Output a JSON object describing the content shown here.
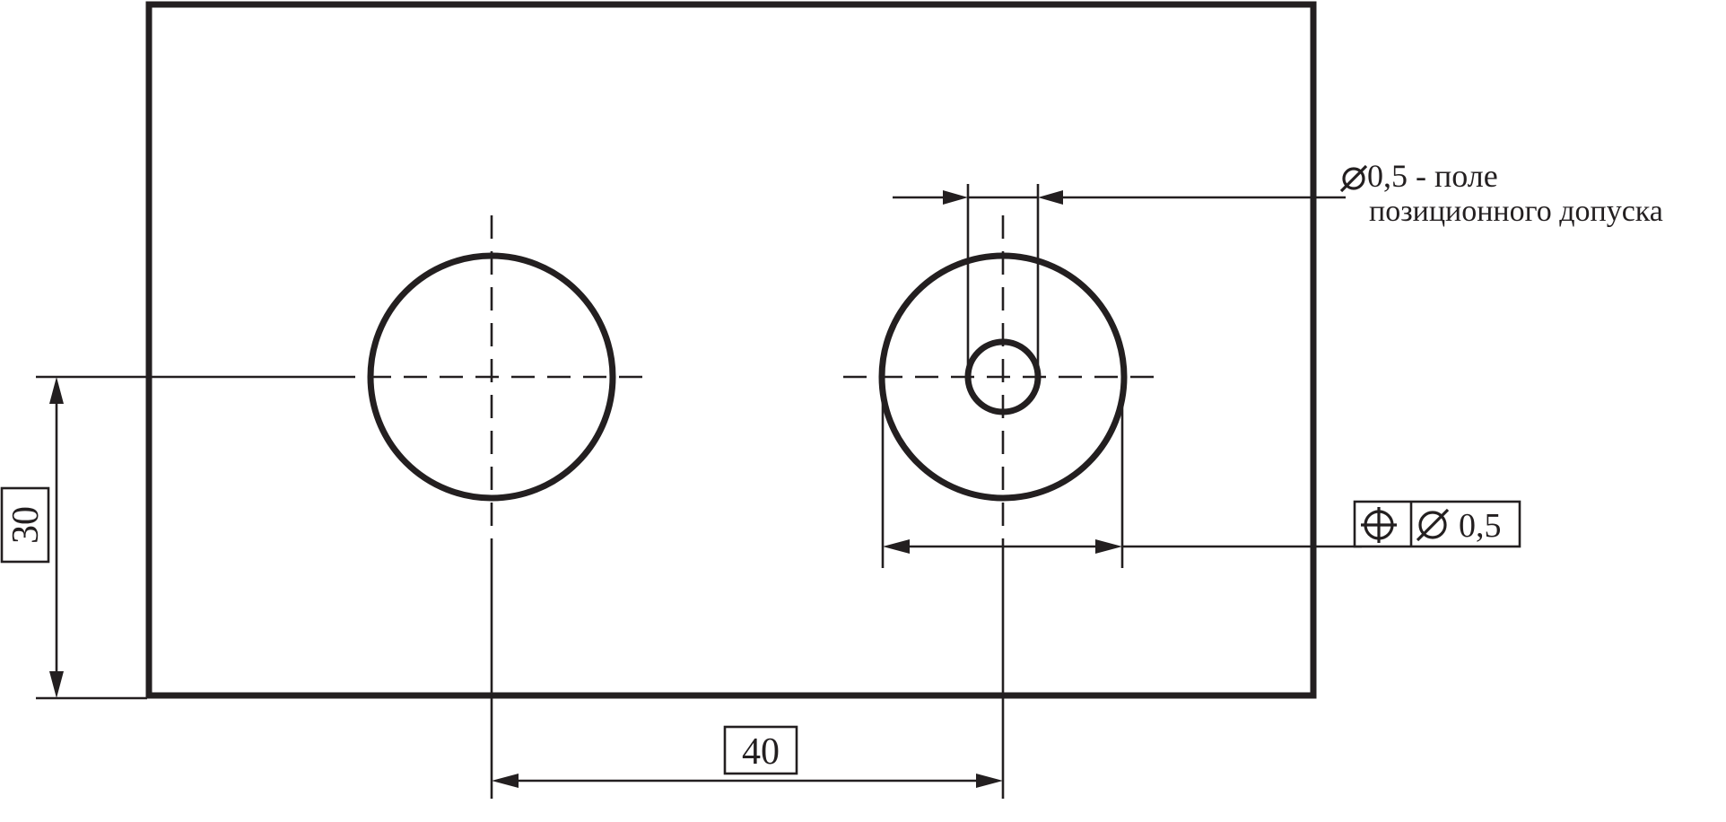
{
  "dimensions": {
    "horizontal": "40",
    "vertical": "30"
  },
  "tolerance_note": {
    "line1": "0,5 - поле",
    "line2": "позиционного допуска"
  },
  "feature_control_frame": {
    "symbol": "position-icon",
    "value": "0,5"
  },
  "colors": {
    "ink": "#231f20",
    "background": "#ffffff"
  }
}
